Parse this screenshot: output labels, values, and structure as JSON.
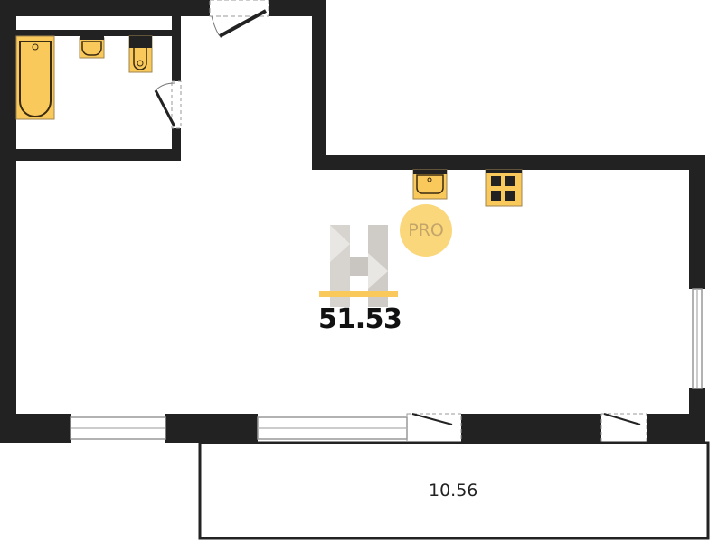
{
  "plan": {
    "main_area": "51.53",
    "balcony_area": "10.56",
    "badge": "PRO",
    "logo_letter": "H"
  },
  "colors": {
    "wall": "#222222",
    "fixture": "#f9c95c",
    "accent": "#f9c95c"
  }
}
